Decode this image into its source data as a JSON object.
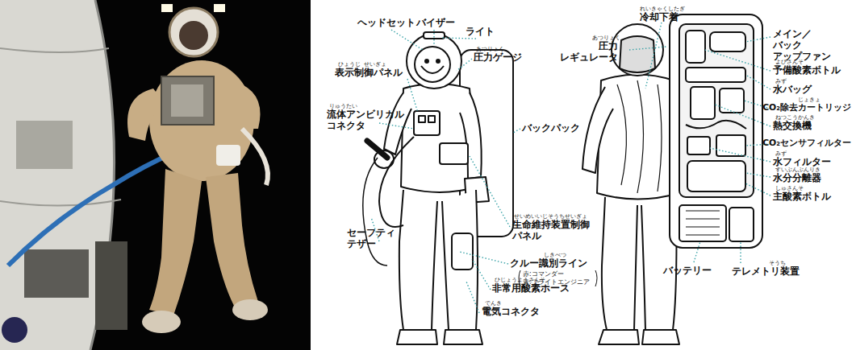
{
  "diagram": {
    "labels": [
      "ヘッドセット",
      "バイザー",
      "ライト",
      "あつりょく",
      "圧力ゲージ",
      "ひょうじ",
      "せいぎょ",
      "表示制御パネル",
      "りゅうたい",
      "流体アンビリカル コネクタ",
      "バックパック",
      "セーフティ テザー",
      "せいめいいじそうちせいぎょ",
      "生命維持装置制御 パネル",
      "しきべつ",
      "クルー識別ライン",
      "赤:コマンダー",
      "青:フライトエンジニア",
      "ひじょうようさんそ",
      "非常用酸素ホース",
      "でんき",
      "電気コネクタ",
      "れいきゃくしたぎ",
      "冷却下着",
      "あつりょく",
      "圧力 レギュレータ",
      "メイン／バック アップファン",
      "よびさんそ",
      "予備酸素ボトル",
      "みず",
      "水バッグ",
      "じょきょ",
      "CO₂除去カートリッジ",
      "ねつこうかんき",
      "熱交換機",
      "CO₂センサフィルター",
      "みず",
      "水フィルター",
      "すいぶんぶんりき",
      "水分分離器",
      "しゅさんそ",
      "主酸素ボトル",
      "バッテリー",
      "そうち",
      "テレメトリ装置"
    ]
  }
}
